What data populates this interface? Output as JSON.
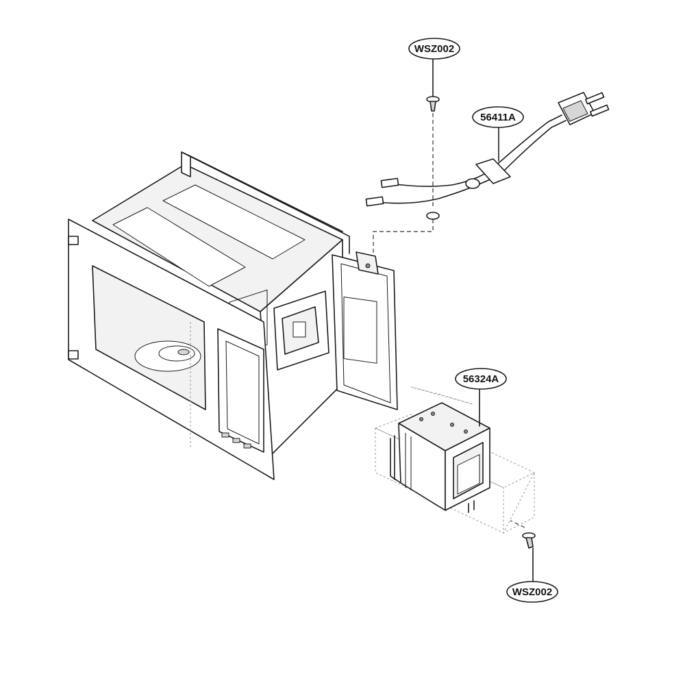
{
  "callouts": {
    "screw_top": "WSZ002",
    "power_cord": "56411A",
    "magnetron": "56324A",
    "screw_bottom": "WSZ002"
  },
  "colors": {
    "line": "#1a1a1a",
    "background": "#ffffff",
    "shade": "#d6d6d6"
  },
  "icons": [
    "screw-icon",
    "power-plug-icon",
    "magnetron-icon",
    "oven-cavity-icon"
  ]
}
